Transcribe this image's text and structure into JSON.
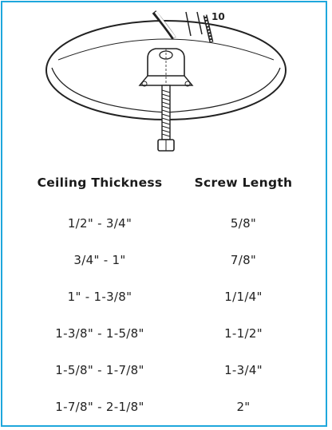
{
  "table": {
    "headers": [
      "Ceiling Thickness",
      "Screw Length"
    ],
    "rows": [
      [
        "1/2\" - 3/4\"",
        "5/8\""
      ],
      [
        "3/4\" - 1\"",
        "7/8\""
      ],
      [
        "1\" - 1-3/8\"",
        "1/1/4\""
      ],
      [
        "1-3/8\" - 1-5/8\"",
        "1-1/2\""
      ],
      [
        "1-5/8\" - 1-7/8\"",
        "1-3/4\""
      ],
      [
        "1-7/8\" - 2-1/8\"",
        "2\""
      ]
    ]
  },
  "illustration": {
    "part_number": "10"
  },
  "colors": {
    "border": "#1ea7dc"
  }
}
